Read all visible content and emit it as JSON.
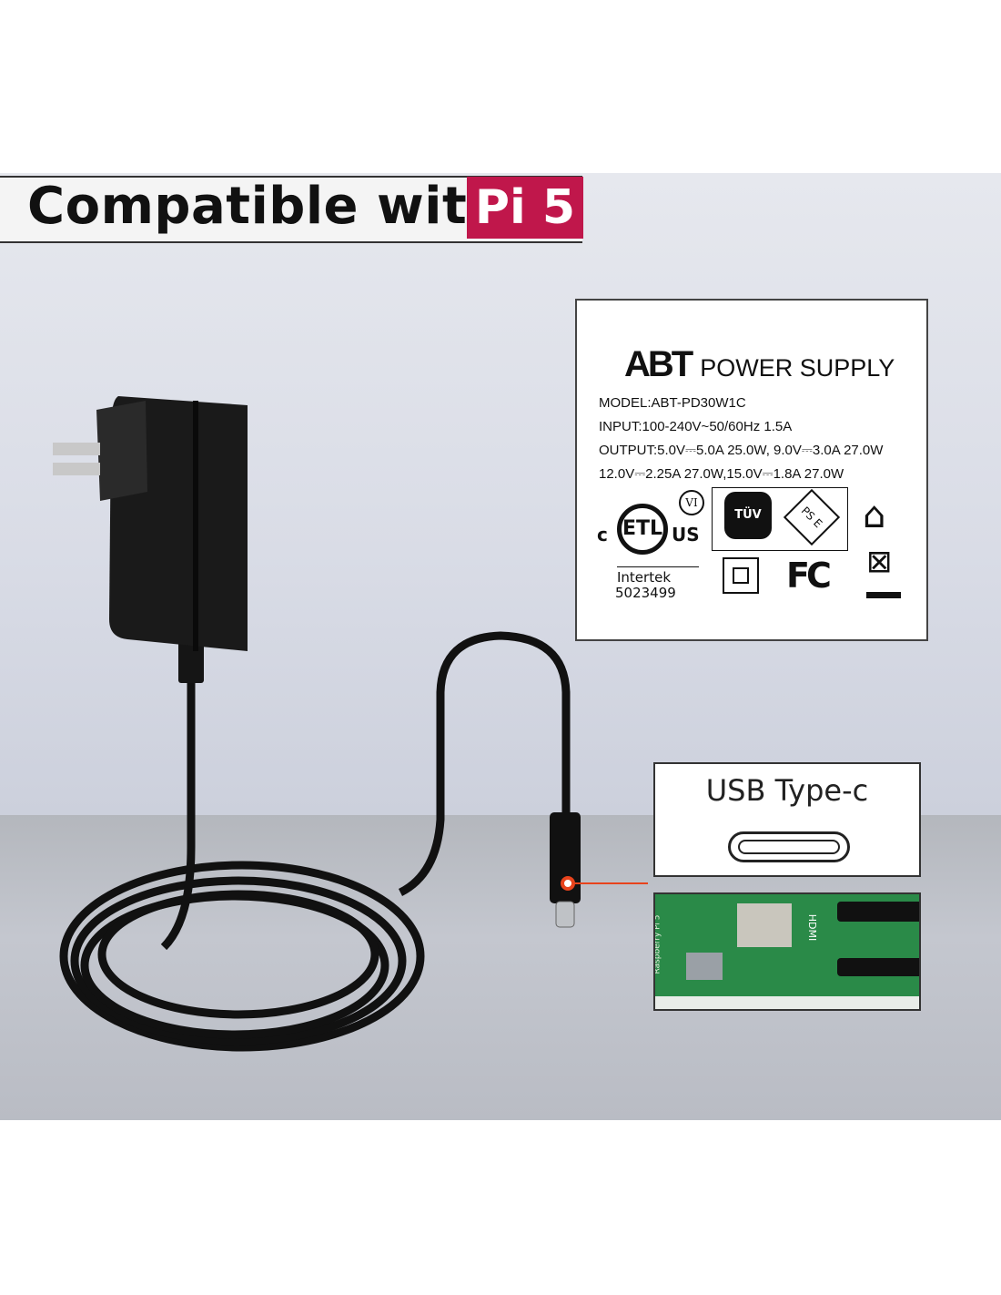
{
  "banner": {
    "text": "Compatible with",
    "badge": "Pi 5",
    "badge_color": "#c0174b"
  },
  "label": {
    "brand": "ABT",
    "title": "POWER SUPPLY",
    "model": "MODEL:ABT-PD30W1C",
    "input": "INPUT:100-240V~50/60Hz 1.5A",
    "output1": "OUTPUT:5.0V⎓5.0A 25.0W,  9.0V⎓3.0A 27.0W",
    "output2": "12.0V⎓2.25A 27.0W,15.0V⎓1.8A 27.0W",
    "etl_c": "c",
    "etl_us": "US",
    "vi": "VI",
    "tuv": "TÜV",
    "pse": "PS E",
    "intertek": "Intertek",
    "intertek_no": "5023499",
    "fcc": "FC"
  },
  "usb": {
    "label": "USB Type-c"
  },
  "board": {
    "hdmi": "HDMI",
    "brand": "Raspberry Pi 5"
  },
  "colors": {
    "callout_dot": "#e8431c"
  }
}
